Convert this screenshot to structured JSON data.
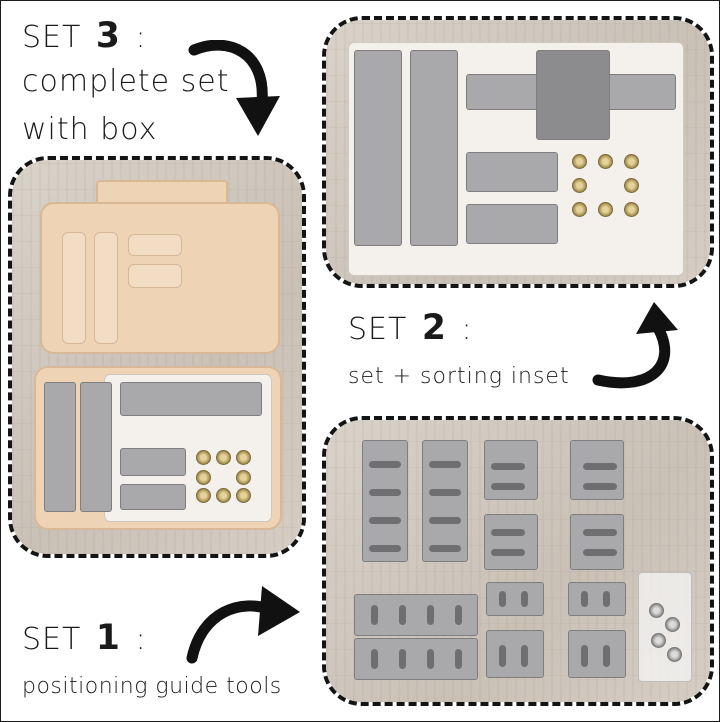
{
  "set3": {
    "prefix": "SET",
    "number": "3",
    "suffix": ":",
    "line1": "complete set",
    "line2": "with box"
  },
  "set2": {
    "prefix": "SET",
    "number": "2",
    "suffix": ":",
    "line1": "set + sorting inset"
  },
  "set1": {
    "prefix": "SET",
    "number": "1",
    "suffix": ":",
    "line1": "positioning guide tools"
  },
  "icons": {
    "arrow1": "curved-arrow-icon",
    "arrow2": "curved-arrow-icon",
    "arrow3": "curved-arrow-icon"
  },
  "colors": {
    "frame": "#141414",
    "parts": "#a9a9ab",
    "box": "#efd3b5",
    "inset": "#f4f1ec",
    "wood": "#d2cac0"
  }
}
